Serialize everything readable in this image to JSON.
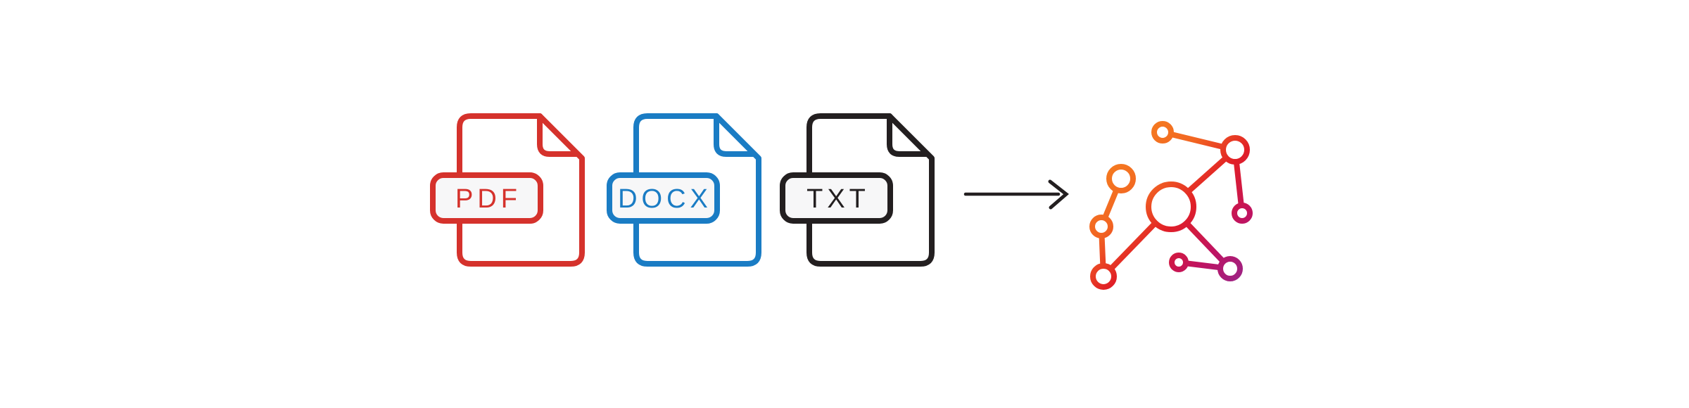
{
  "figure": {
    "background": "#ffffff",
    "badge_fill": "#F7F7F8",
    "files": [
      {
        "label": "PDF",
        "color": "#D5322C"
      },
      {
        "label": "DOCX",
        "color": "#1A7CC4"
      },
      {
        "label": "TXT",
        "color": "#231F20"
      }
    ],
    "arrow": {
      "color": "#231F20"
    },
    "graph": {
      "node_count": 9,
      "edge_count": 8,
      "gradient": [
        "#F7941E",
        "#F26522",
        "#E11F26",
        "#C01360",
        "#93278F"
      ]
    }
  }
}
